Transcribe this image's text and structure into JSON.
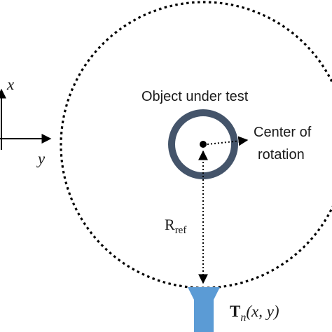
{
  "labels": {
    "object": "Object under test",
    "center_line1": "Center of",
    "center_line2": "rotation",
    "r_main": "R",
    "r_sub": "ref",
    "axis_x": "x",
    "axis_y": "y",
    "probe_bold": "T",
    "probe_sub": "n",
    "probe_args": "(x, y)"
  },
  "colors": {
    "ring": "#44546a",
    "probe": "#5b9bd5",
    "line": "#000000",
    "text": "#1a1a1a"
  }
}
